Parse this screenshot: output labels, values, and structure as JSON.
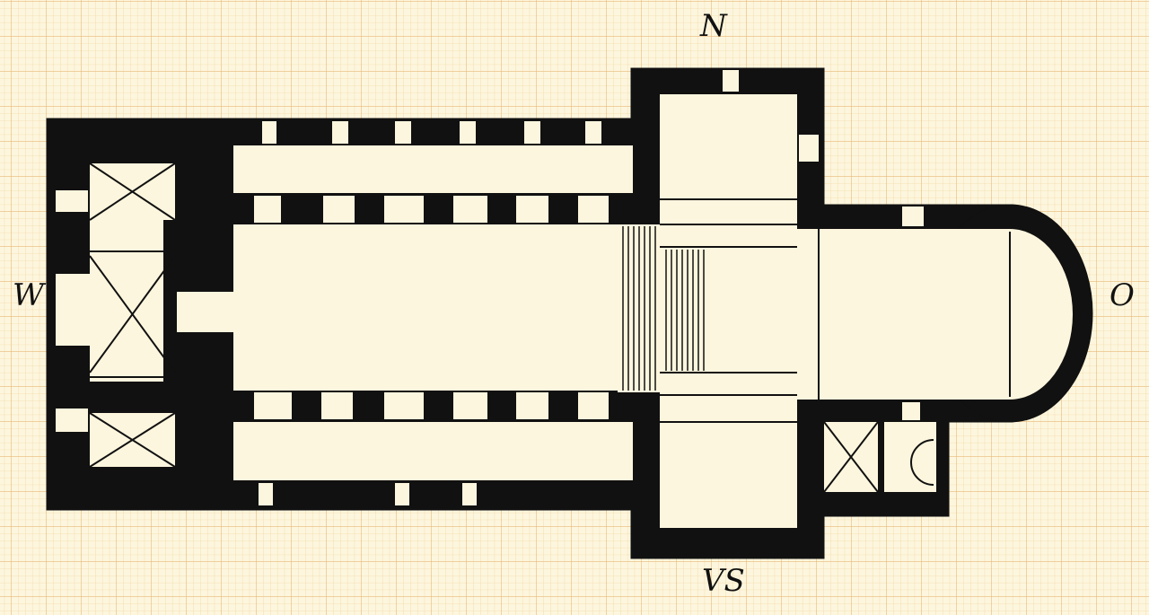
{
  "diagram": {
    "type": "architectural-floor-plan",
    "compass": {
      "north": "N",
      "west": "W",
      "east": "O",
      "south": "VS"
    },
    "colors": {
      "paper": "#fdf6de",
      "grid_minor": "#f2d9a6",
      "grid_major": "#e8b978",
      "ink": "#111111"
    }
  }
}
